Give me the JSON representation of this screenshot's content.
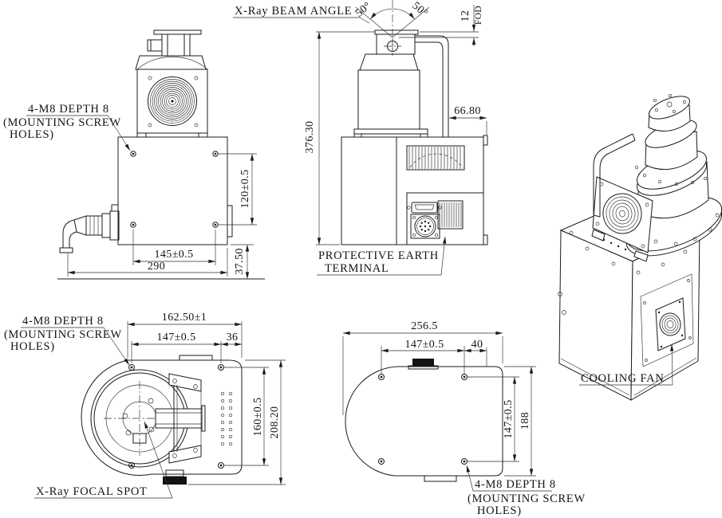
{
  "labels": {
    "beam_angle": "X-Ray BEAM ANGLE",
    "protective_earth_1": "PROTECTIVE EARTH",
    "protective_earth_2": "TERMINAL",
    "cooling_fan": "COOLING FAN",
    "focal_spot": "X-Ray FOCAL SPOT",
    "mounting_1": "4-M8 DEPTH 8",
    "mounting_2": "(MOUNTING SCREW",
    "mounting_3": "HOLES)",
    "fod": "FOD"
  },
  "dimensions": {
    "beam_angle_left": "50°",
    "beam_angle_right": "50°",
    "fod_value": "12",
    "side_view": {
      "overall_height": "376.30",
      "head_offset": "66.80"
    },
    "front_view": {
      "hole_spacing_vertical": "120±0.5",
      "hole_spacing_horizontal": "145±0.5",
      "overall_width": "290",
      "base_height": "37.50"
    },
    "bottom_view": {
      "overall_width": "162.50±1",
      "hole_spacing_horizontal": "147±0.5",
      "edge_offset": "36",
      "hole_spacing_vertical": "160±0.5",
      "overall_height": "208.20"
    },
    "base_view": {
      "overall_width": "256.5",
      "hole_spacing_horizontal": "147±0.5",
      "edge_offset": "40",
      "hole_spacing_vertical": "147±0.5",
      "overall_height": "188"
    }
  },
  "colors": {
    "line": "#1b1b1b",
    "background": "#ffffff"
  }
}
